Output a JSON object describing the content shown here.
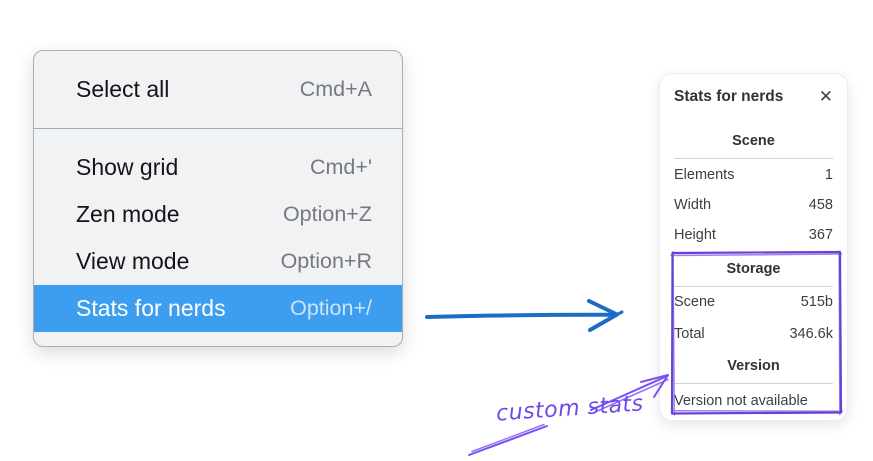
{
  "context_menu": {
    "items": [
      {
        "label": "Select all",
        "shortcut": "Cmd+A",
        "selected": false
      },
      {
        "label": "Show grid",
        "shortcut": "Cmd+'",
        "selected": false
      },
      {
        "label": "Zen mode",
        "shortcut": "Option+Z",
        "selected": false
      },
      {
        "label": "View mode",
        "shortcut": "Option+R",
        "selected": false
      },
      {
        "label": "Stats for nerds",
        "shortcut": "Option+/",
        "selected": true
      }
    ]
  },
  "stats_panel": {
    "title": "Stats for nerds",
    "close_icon": "✕",
    "scene": {
      "heading": "Scene",
      "rows": [
        {
          "label": "Elements",
          "value": "1"
        },
        {
          "label": "Width",
          "value": "458"
        },
        {
          "label": "Height",
          "value": "367"
        }
      ]
    },
    "storage": {
      "heading": "Storage",
      "rows": [
        {
          "label": "Scene",
          "value": "515b"
        },
        {
          "label": "Total",
          "value": "346.6k"
        }
      ]
    },
    "version": {
      "heading": "Version",
      "note": "Version not available"
    }
  },
  "annotation": {
    "label": "custom stats"
  },
  "colors": {
    "menu_highlight": "#3d9ef0",
    "pointer_arrow_blue": "#1c6bc5",
    "annotation_purple": "#7950f2",
    "box_purple": "#6741d9"
  }
}
